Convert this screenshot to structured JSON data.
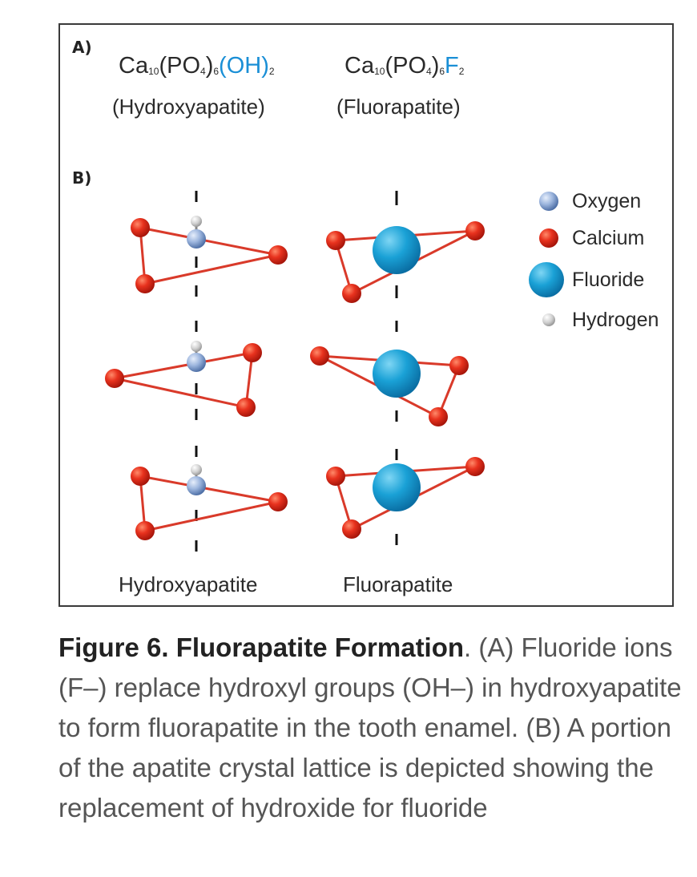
{
  "panel_a": {
    "label": "A)",
    "hydroxyapatite": {
      "formula": {
        "ca": "Ca",
        "ca_sub": "10",
        "po4_open": "(PO",
        "po4_sub": "4",
        "po4_close": ")",
        "po4_count": "6",
        "group": "(OH)",
        "group_sub": "2"
      },
      "name": "(Hydroxyapatite)"
    },
    "fluorapatite": {
      "formula": {
        "ca": "Ca",
        "ca_sub": "10",
        "po4_open": "(PO",
        "po4_sub": "4",
        "po4_close": ")",
        "po4_count": "6",
        "group": "F",
        "group_sub": "2"
      },
      "name": "(Fluorapatite)"
    }
  },
  "panel_b": {
    "label": "B)",
    "bottom_labels": {
      "left": "Hydroxyapatite",
      "right": "Fluorapatite"
    }
  },
  "legend": [
    {
      "label": "Oxygen",
      "icon": "oxygen-atom-icon",
      "color": "#9db6de"
    },
    {
      "label": "Calcium",
      "icon": "calcium-atom-icon",
      "color": "#e8321e"
    },
    {
      "label": "Fluoride",
      "icon": "fluoride-atom-icon",
      "color": "#1aa1d6"
    },
    {
      "label": "Hydrogen",
      "icon": "hydrogen-atom-icon",
      "color": "#d0d0d0"
    }
  ],
  "colors": {
    "formula_highlight": "#1a8fd6",
    "bond": "#d93a2a"
  },
  "caption": {
    "title": "Figure 6. Fluorapatite Formation",
    "text": ". (A) Fluoride ions (F–) replace hydroxyl groups (OH–) in hydroxyapatite to form fluorapatite in the tooth enamel. (B) A portion of the apatite crystal lattice is depicted showing the replacement of hydroxide for fluoride"
  }
}
